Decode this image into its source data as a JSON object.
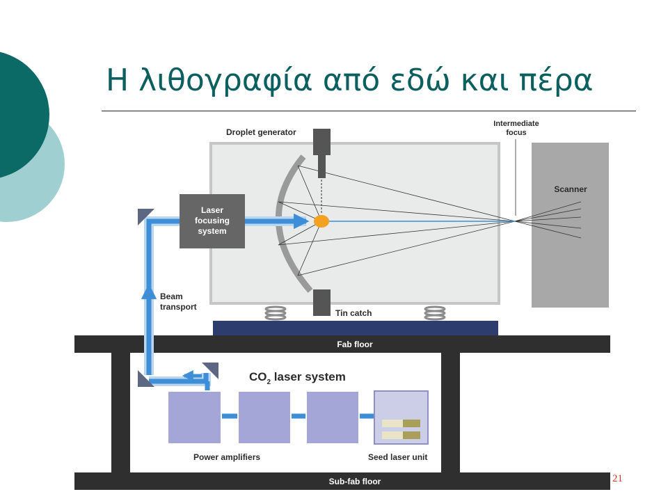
{
  "slide": {
    "title": "Η λιθογραφία από εδώ και πέρα",
    "page_number": "21"
  },
  "diagram": {
    "droplet_generator": "Droplet generator",
    "intermediate_focus_line1": "Intermediate",
    "intermediate_focus_line2": "focus",
    "scanner": "Scanner",
    "laser_focusing_line1": "Laser",
    "laser_focusing_line2": "focusing",
    "laser_focusing_line3": "system",
    "beam_transport_line1": "Beam",
    "beam_transport_line2": "transport",
    "tin_catch": "Tin catch",
    "fab_floor": "Fab floor",
    "co2_prefix": "CO",
    "co2_subscript": "2",
    "co2_suffix": " laser system",
    "power_amplifiers": "Power amplifiers",
    "seed_laser_unit": "Seed laser unit",
    "sub_fab_floor": "Sub-fab floor"
  },
  "colors": {
    "title": "#0b5f5f",
    "teal_dark": "#0b6a66",
    "teal_light": "#9fcfd0",
    "beam_blue": "#3d8ed6",
    "amplifier_fill": "#a3a6d6",
    "page_number": "#d43a2a"
  }
}
